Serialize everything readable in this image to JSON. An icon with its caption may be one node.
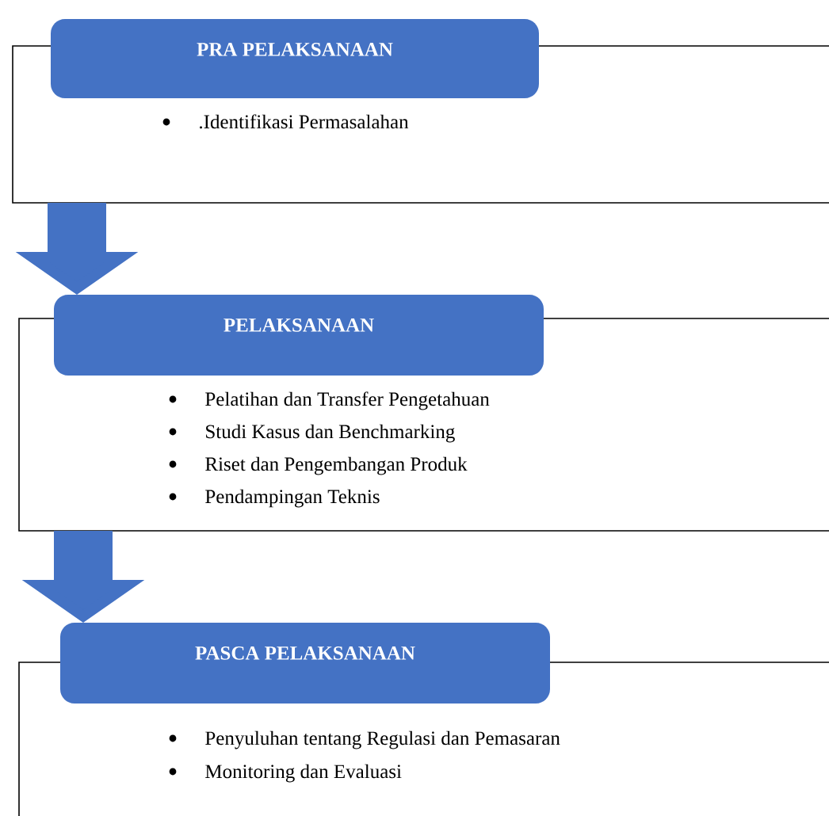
{
  "diagram": {
    "nodes": [
      {
        "text": [
          "PRA PELAKSANAAN"
        ]
      },
      {
        "text": [
          ".Identifikasi Permasalahan"
        ]
      },
      {
        "text": [
          "PELAKSANAAN"
        ]
      },
      {
        "text": [
          "Pelatihan dan Transfer Pengetahuan",
          "Studi Kasus dan Benchmarking",
          "Riset dan Pengembangan Produk",
          "Pendampingan Teknis"
        ]
      },
      {
        "text": [
          "PASCA PELAKSANAAN"
        ]
      },
      {
        "text": [
          "Penyuluhan tentang Regulasi dan Pemasaran",
          "Monitoring dan Evaluasi"
        ]
      }
    ],
    "edges": [
      {
        "from": 1,
        "to": 2,
        "arrow": "to"
      },
      {
        "from": 3,
        "to": 4,
        "arrow": "to"
      }
    ]
  }
}
